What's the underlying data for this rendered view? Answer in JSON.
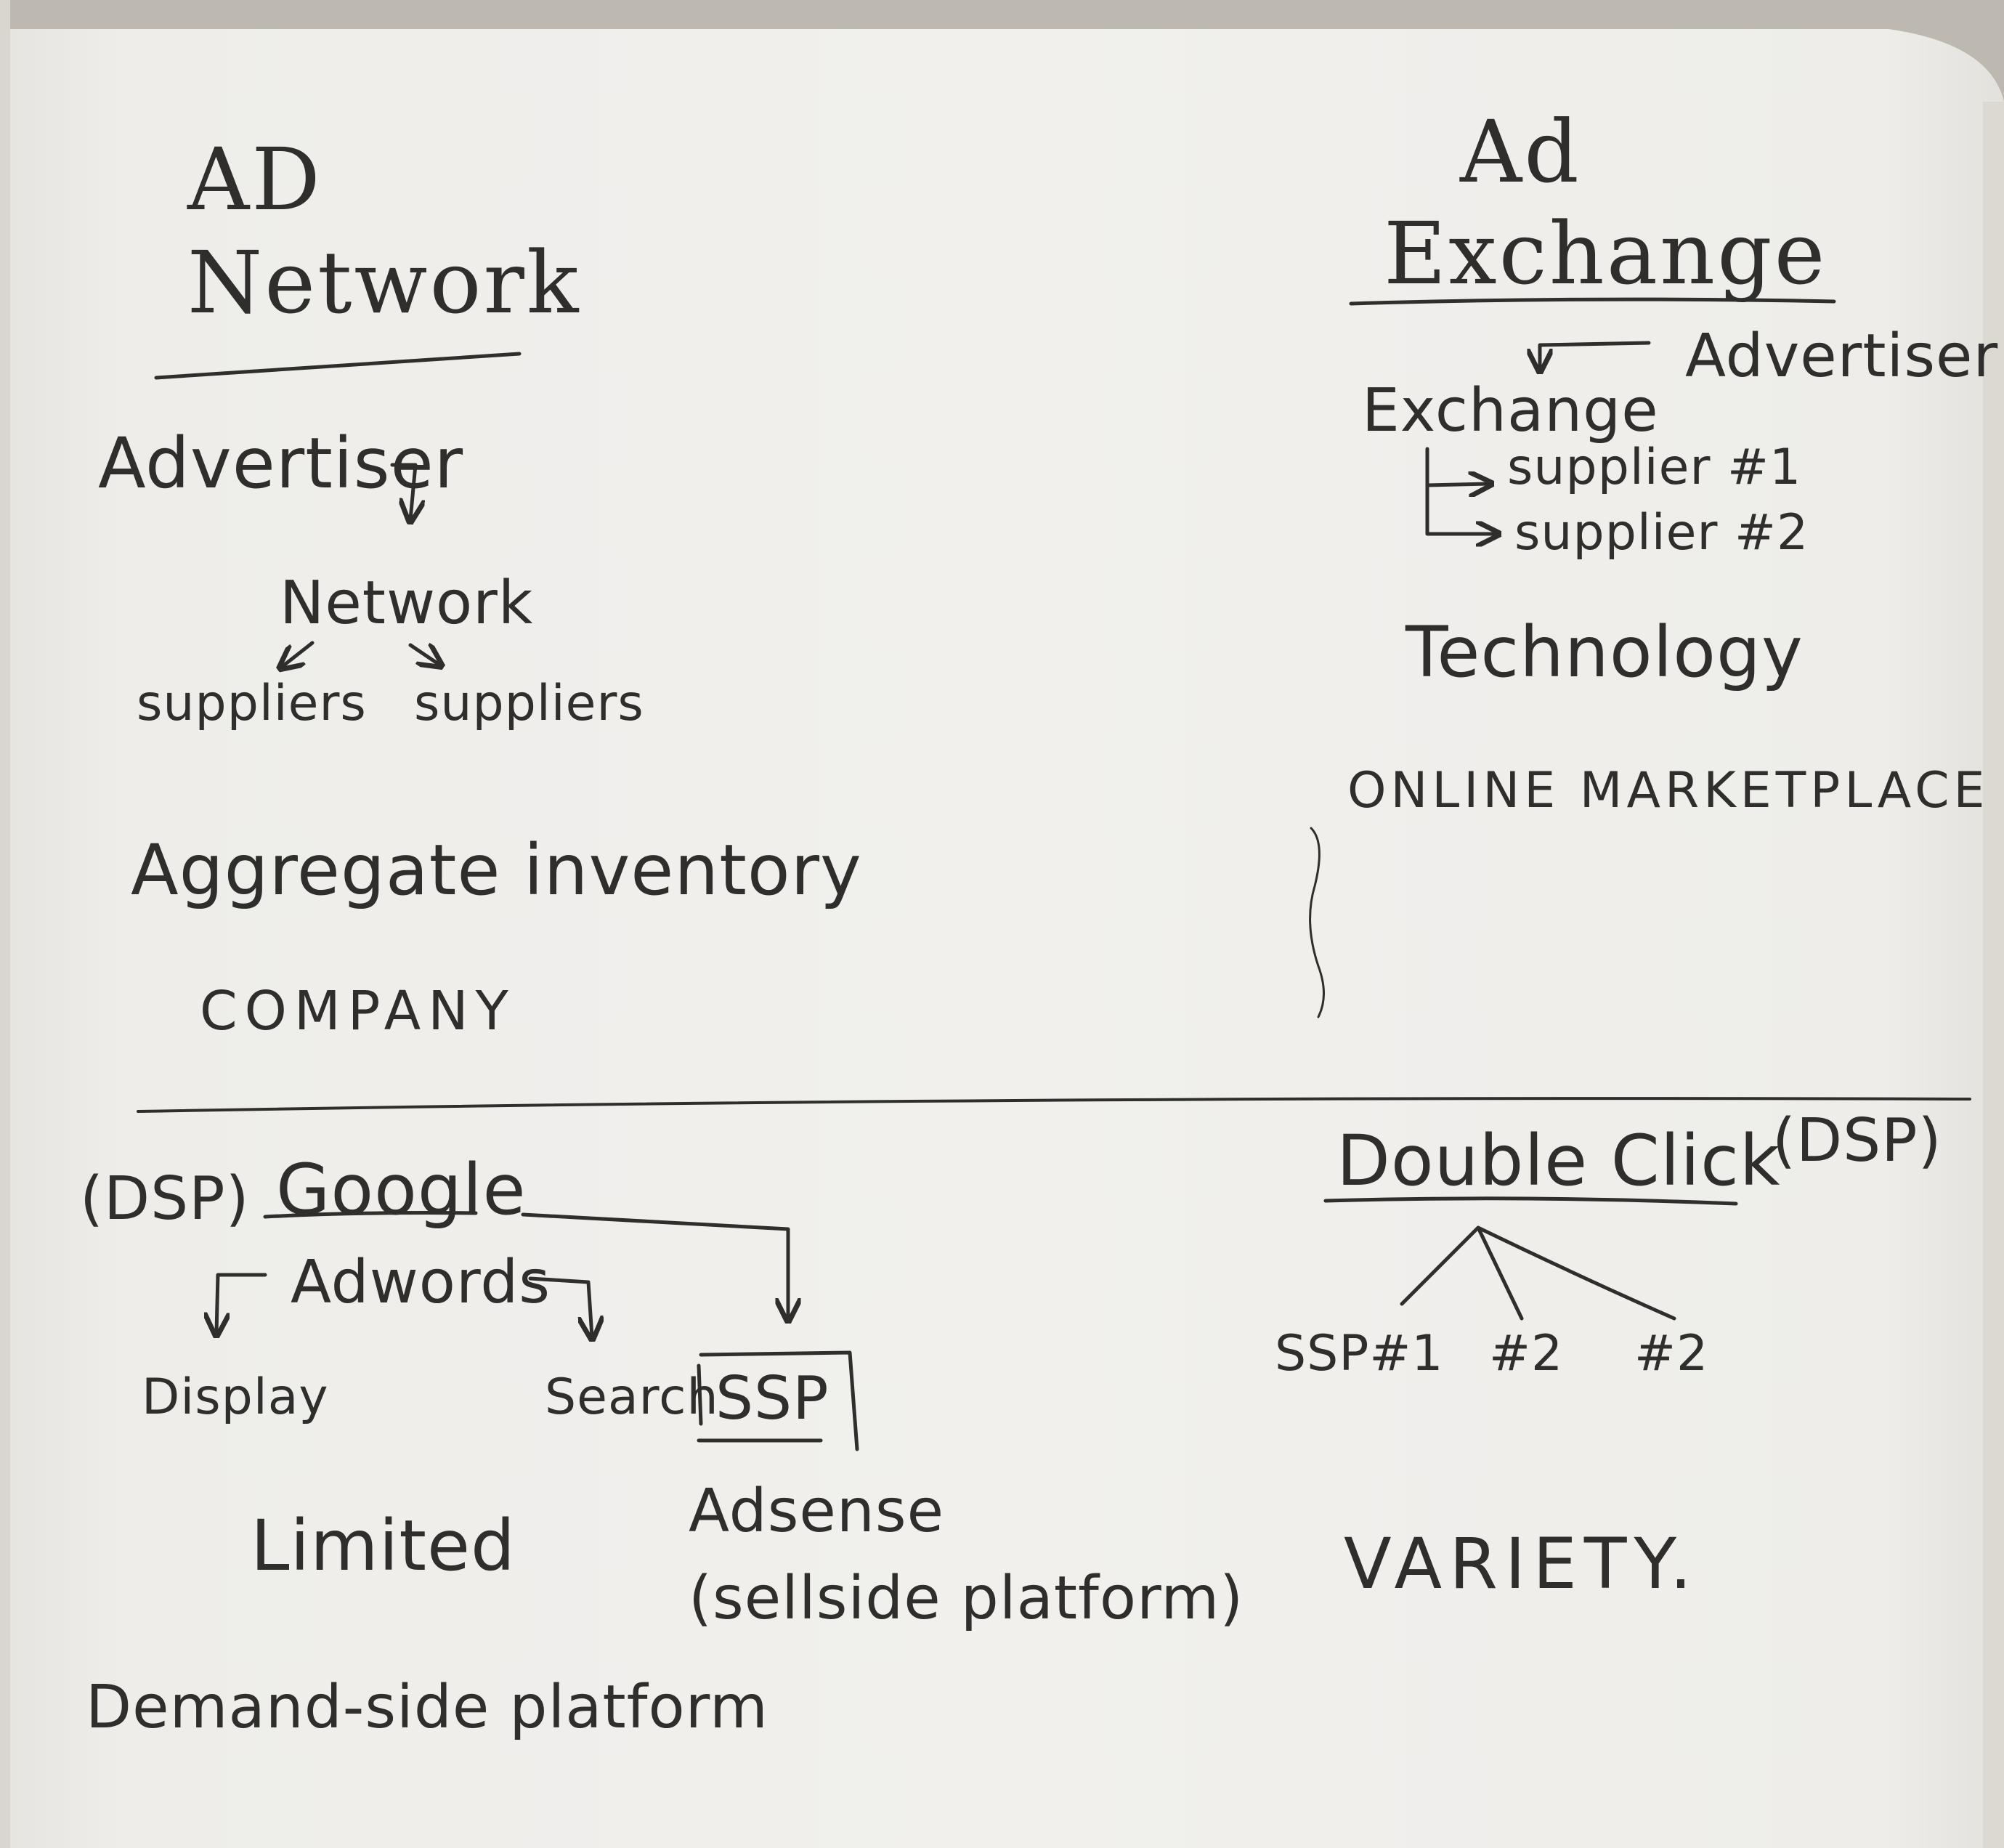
{
  "ink_color": "#2f2e2c",
  "paper_color": "#f1f0ed",
  "left_column": {
    "title_line1": "AD",
    "title_line2": "Network",
    "advertiser": "Advertiser",
    "network": "Network",
    "supplier_left": "suppliers",
    "supplier_right": "suppliers",
    "aggregate": "Aggregate inventory",
    "company": "COMPANY"
  },
  "right_column": {
    "title_line1": "Ad",
    "title_line2": "Exchange",
    "advertiser": "Advertiser",
    "exchange": "Exchange",
    "supplier_1": "supplier #1",
    "supplier_2": "supplier #2",
    "technology": "Technology",
    "marketplace": "ONLINE MARKETPLACE"
  },
  "bottom_left": {
    "dsp_tag": "(DSP)",
    "google": "Google",
    "adwords": "Adwords",
    "display": "Display",
    "search": "Search",
    "ssp": "SSP",
    "limited": "Limited",
    "adsense": "Adsense",
    "sellside": "(sellside platform)",
    "demand_side": "Demand-side platform"
  },
  "bottom_right": {
    "doubleclick": "Double Click",
    "dsp_tag": "(DSP)",
    "ssp_1": "SSP#1",
    "ssp_2": "#2",
    "ssp_3": "#2",
    "variety": "VARIETY."
  }
}
